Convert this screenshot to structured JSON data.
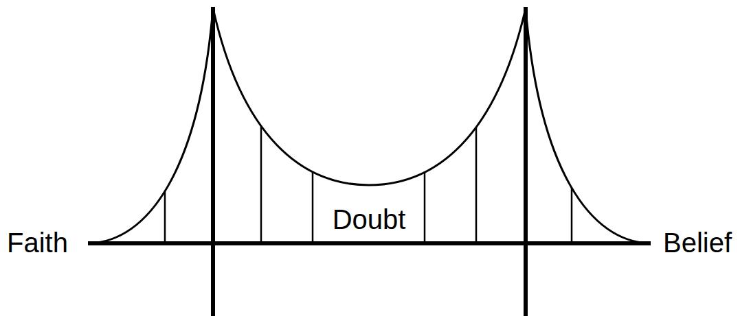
{
  "diagram": {
    "labels": [
      "Faith",
      "Doubt",
      "Belief"
    ]
  }
}
